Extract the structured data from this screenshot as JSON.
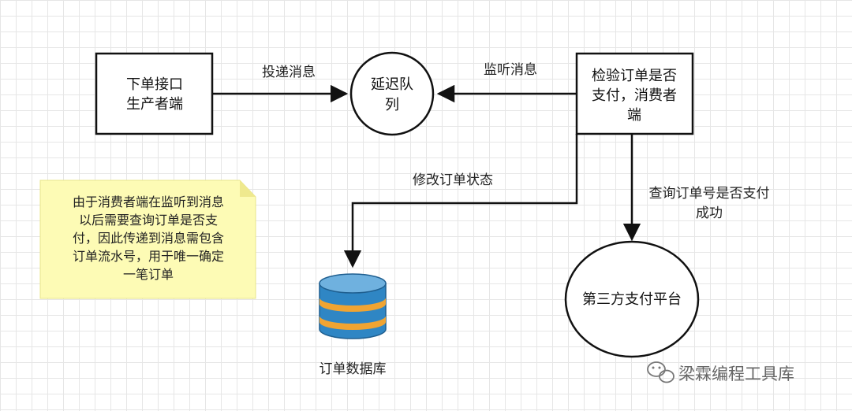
{
  "nodes": {
    "producer": {
      "lines": [
        "下单接口",
        "生产者端"
      ]
    },
    "queue": {
      "lines": [
        "延迟队",
        "列"
      ]
    },
    "consumer": {
      "lines": [
        "检验订单是否",
        "支付，消费者",
        "端"
      ]
    },
    "payment": {
      "lines": [
        "第三方支付平台"
      ]
    },
    "database": {
      "label": "订单数据库"
    }
  },
  "edges": {
    "deliver": "投递消息",
    "listen": "监听消息",
    "update": "修改订单状态",
    "query": [
      "查询订单号是否支付",
      "成功"
    ]
  },
  "note": {
    "lines": [
      "由于消费者端在监听到消息",
      "以后需要查询订单是否支",
      "付，因此传递到消息需包含",
      "订单流水号，用于唯一确定",
      "一笔订单"
    ]
  },
  "watermark": "梁霖编程工具库",
  "colors": {
    "stroke": "#111111",
    "note_fill": "#fdfbb5",
    "db_blue": "#2f86c4",
    "db_orange": "#f0a432",
    "db_top": "#6fb1df"
  }
}
